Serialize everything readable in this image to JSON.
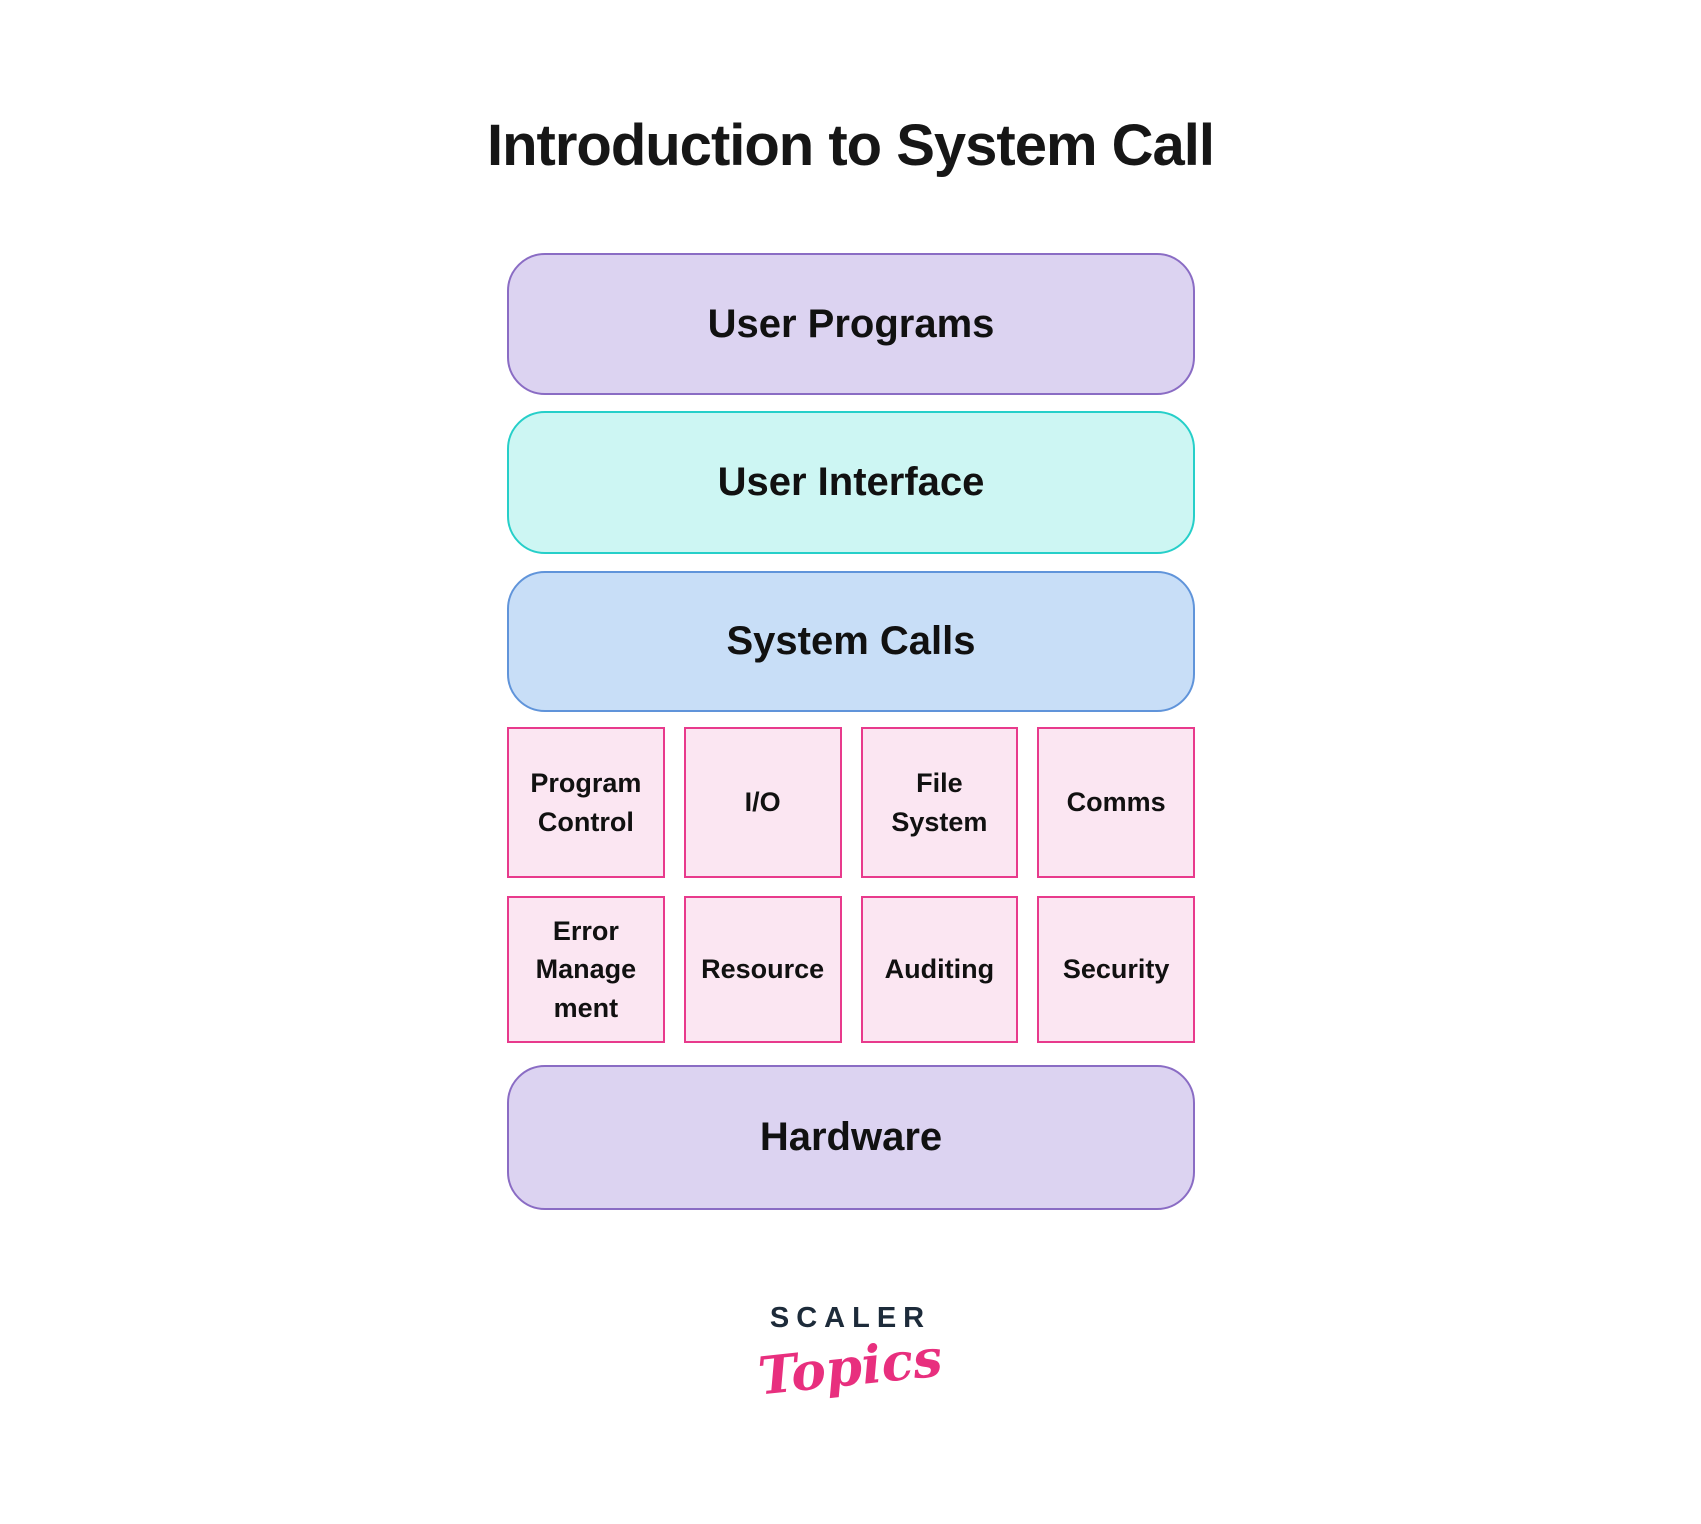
{
  "title": "Introduction to System Call",
  "layers": [
    {
      "label": "User Programs",
      "fill": "#dcd3f1",
      "border": "#8a6cc4"
    },
    {
      "label": "User Interface",
      "fill": "#cdf6f3",
      "border": "#26cfc9"
    },
    {
      "label": "System Calls",
      "fill": "#c8def7",
      "border": "#6094da"
    }
  ],
  "call_types": [
    "Program Control",
    "I/O",
    "File System",
    "Comms",
    "Error Manage ment",
    "Resource",
    "Auditing",
    "Security"
  ],
  "call_type_style": {
    "fill": "#fbe6f2",
    "border": "#e83a8c"
  },
  "hardware": {
    "label": "Hardware",
    "fill": "#dcd3f1",
    "border": "#8a6cc4"
  },
  "logo": {
    "brand": "SCALER",
    "sub": "Topics",
    "brand_color": "#1d2b3a",
    "sub_color": "#e82f7e"
  }
}
